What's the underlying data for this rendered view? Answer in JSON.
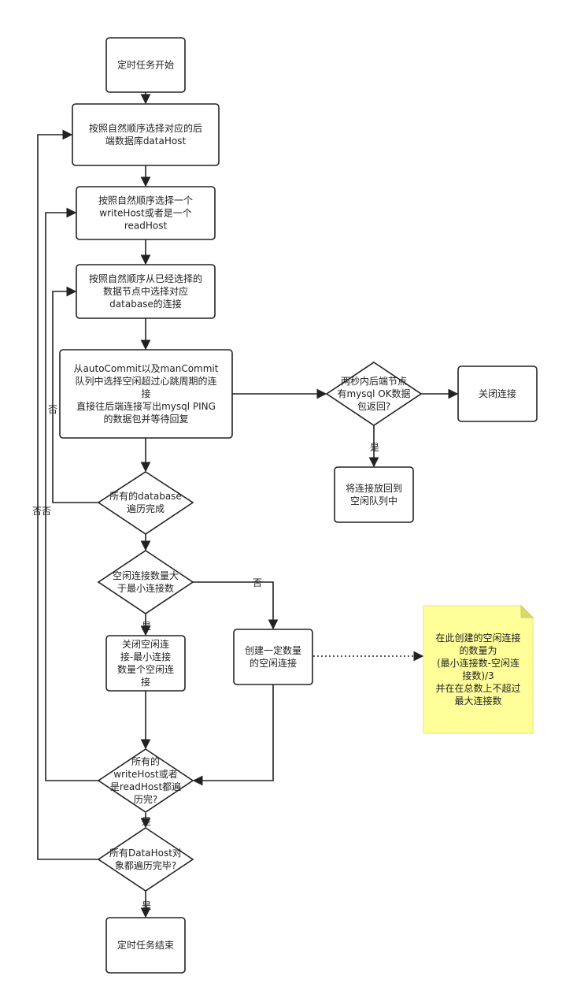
{
  "nodes": {
    "start": [
      "定时任务开始"
    ],
    "select_datahost": [
      "按照自然顺序选择对应的后",
      "端数据库dataHost"
    ],
    "select_writehost": [
      "按照自然顺序选择一个",
      "writeHost或者是一个",
      "readHost"
    ],
    "select_database": [
      "按照自然顺序从已经选择的",
      "数据节点中选择对应",
      "database的连接"
    ],
    "ping": [
      "从autoCommit以及manCommit",
      "队列中选择空闲超过心跳周期的连",
      "接",
      "直接往后端连接写出mysql PING",
      "的数据包并等待回复"
    ],
    "ok_check": [
      "两秒内后端节点",
      "有mysql OK数据",
      "包返回?"
    ],
    "close_conn": [
      "关闭连接"
    ],
    "return_queue": [
      "将连接放回到",
      "空闲队列中"
    ],
    "all_database": [
      "所有的database",
      "遍历完成"
    ],
    "idle_gt_min": [
      "空闲连接数量大",
      "于最小连接数"
    ],
    "close_idle": [
      "关闭空闲连",
      "接-最小连接",
      "数量个空闲连",
      "接"
    ],
    "create_idle": [
      "创建一定数量",
      "的空闲连接"
    ],
    "all_host": [
      "所有的",
      "writeHost或者",
      "是readHost都遍",
      "历完?"
    ],
    "all_datahost": [
      "所有DataHost对",
      "象都遍历完毕?"
    ],
    "end": [
      "定时任务结束"
    ]
  },
  "note": [
    "在此创建的空闲连接",
    "的数量为",
    "(最小连接数-空闲连",
    "接数)/3",
    "并在在总数上不超过",
    "最大连接数"
  ],
  "labels": {
    "yes": "是",
    "no": "否",
    "no_double": "否否"
  },
  "colors": {
    "line": "#222222",
    "note_fill": "#ffff99"
  }
}
